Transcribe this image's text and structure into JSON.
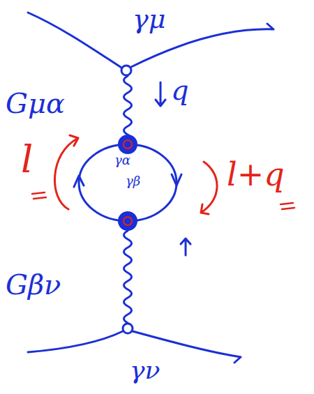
{
  "diagram": {
    "labels": [
      "γμ",
      "Gμα",
      "q",
      "l",
      "γα",
      "γβ",
      "l+q",
      "Gβν",
      "γν"
    ]
  }
}
